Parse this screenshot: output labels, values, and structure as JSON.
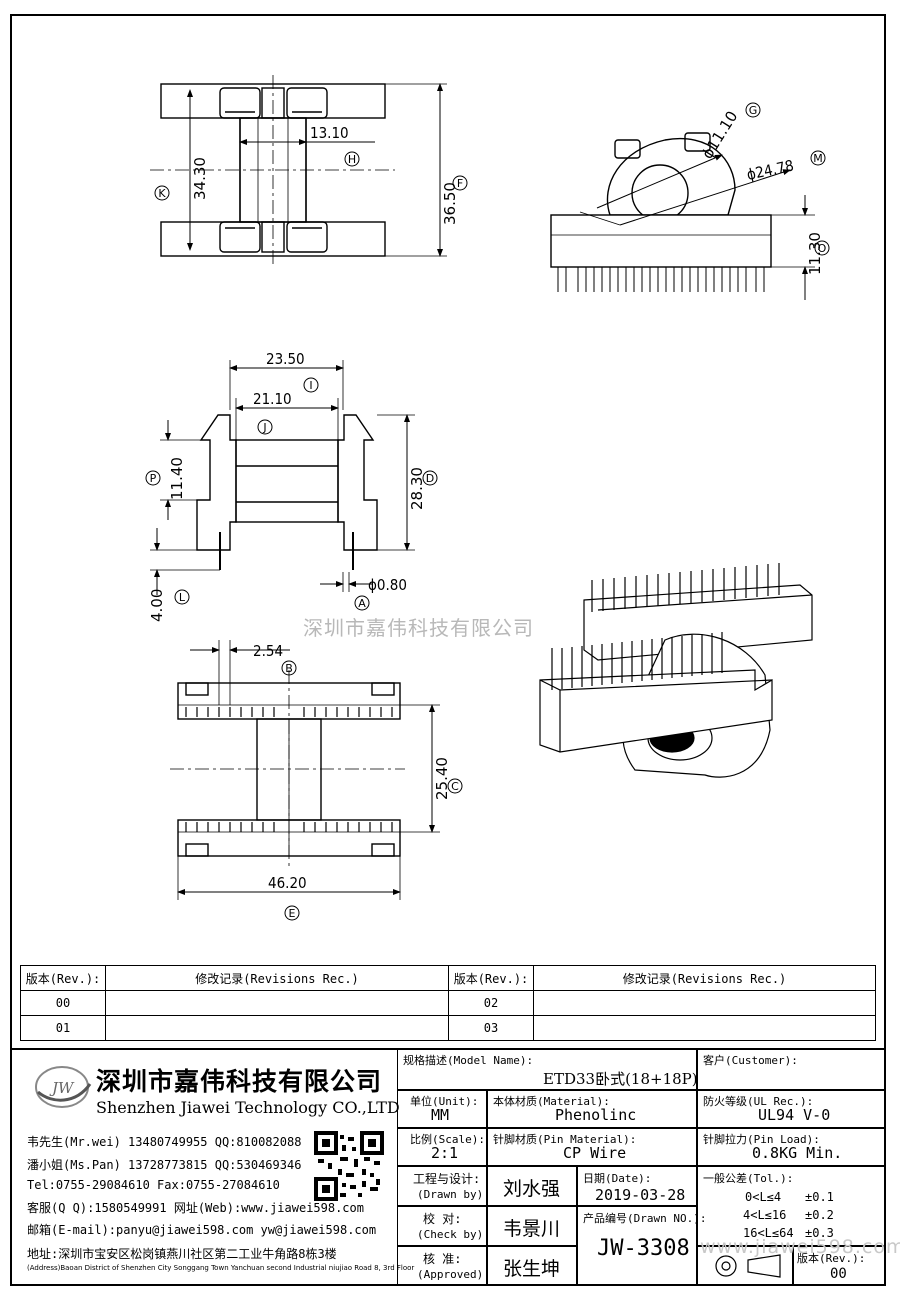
{
  "watermark": "深圳市嘉伟科技有限公司",
  "watermark_url": "www.jiawei598.com",
  "dims": {
    "d_13_10": "13.10",
    "d_34_30": "34.30",
    "d_36_50": "36.50",
    "d_11_10": "ϕ11.10",
    "d_24_78": "ϕ24.78",
    "d_11_30": "11.30",
    "d_23_50": "23.50",
    "d_21_10": "21.10",
    "d_11_40": "11.40",
    "d_28_30": "28.30",
    "d_0_80": "ϕ0.80",
    "d_4_00": "4.00",
    "d_2_54": "2.54",
    "d_25_40": "25.40",
    "d_46_20": "46.20"
  },
  "markers": {
    "A": "A",
    "B": "B",
    "C": "C",
    "D": "D",
    "E": "E",
    "F": "F",
    "G": "G",
    "H": "H",
    "I": "I",
    "J": "J",
    "K": "K",
    "L": "L",
    "M": "M",
    "O": "O",
    "P": "P"
  },
  "revision_table": {
    "header_rev": "版本(Rev.):",
    "header_rec": "修改记录(Revisions Rec.)",
    "rows": [
      [
        "00",
        "",
        "02",
        ""
      ],
      [
        "01",
        "",
        "03",
        ""
      ]
    ]
  },
  "company": {
    "name_cn": "深圳市嘉伟科技有限公司",
    "name_en": "Shenzhen Jiawei Technology CO.,LTD",
    "logo_text": "JW",
    "contacts": [
      "韦先生(Mr.wei) 13480749955 QQ:810082088",
      "潘小姐(Ms.Pan) 13728773815 QQ:530469346",
      "Tel:0755-29084610     Fax:0755-27084610",
      "客服(Q Q):1580549991   网址(Web):www.jiawei598.com",
      "邮箱(E-mail):panyu@jiawei598.com  yw@jiawei598.com",
      "地址:深圳市宝安区松岗镇燕川社区第二工业牛角路8栋3楼"
    ],
    "address_en": "(Address)Baoan District of Shenzhen City Songgang Town Yanchuan  second Industrial niujiao Road 8, 3rd Floor"
  },
  "title_block": {
    "model_label": "规格描述(Model Name):",
    "model_value": "ETD33卧式(18+18P)",
    "customer_label": "客户(Customer):",
    "unit_label": "单位(Unit):",
    "unit_value": "MM",
    "material_label": "本体材质(Material):",
    "material_value": "Phenolinc",
    "ul_label": "防火等级(UL Rec.):",
    "ul_value": "UL94 V-0",
    "scale_label": "比例(Scale):",
    "scale_value": "2:1",
    "pin_mat_label": "针脚材质(Pin Material):",
    "pin_mat_value": "CP Wire",
    "pin_load_label": "针脚拉力(Pin Load):",
    "pin_load_value": "0.8KG Min.",
    "drawn_label": "工程与设计:",
    "drawn_label_en": "(Drawn by)",
    "drawn_value": "刘水强",
    "date_label": "日期(Date):",
    "date_value": "2019-03-28",
    "tol_label": "一般公差(Tol.):",
    "tol_rows": [
      [
        "0<L≤4",
        "±0.1"
      ],
      [
        "4<L≤16",
        "±0.2"
      ],
      [
        "16<L≤64",
        "±0.3"
      ]
    ],
    "check_label": "校  对:",
    "check_label_en": "(Check by)",
    "check_value": "韦景川",
    "drawn_no_label": "产品编号(Drawn NO.):",
    "drawn_no_value": "JW-3308",
    "approved_label": "核  准:",
    "approved_label_en": "(Approved)",
    "approved_value": "张生坤",
    "rev_label": "版本(Rev.):",
    "rev_value": "00"
  }
}
